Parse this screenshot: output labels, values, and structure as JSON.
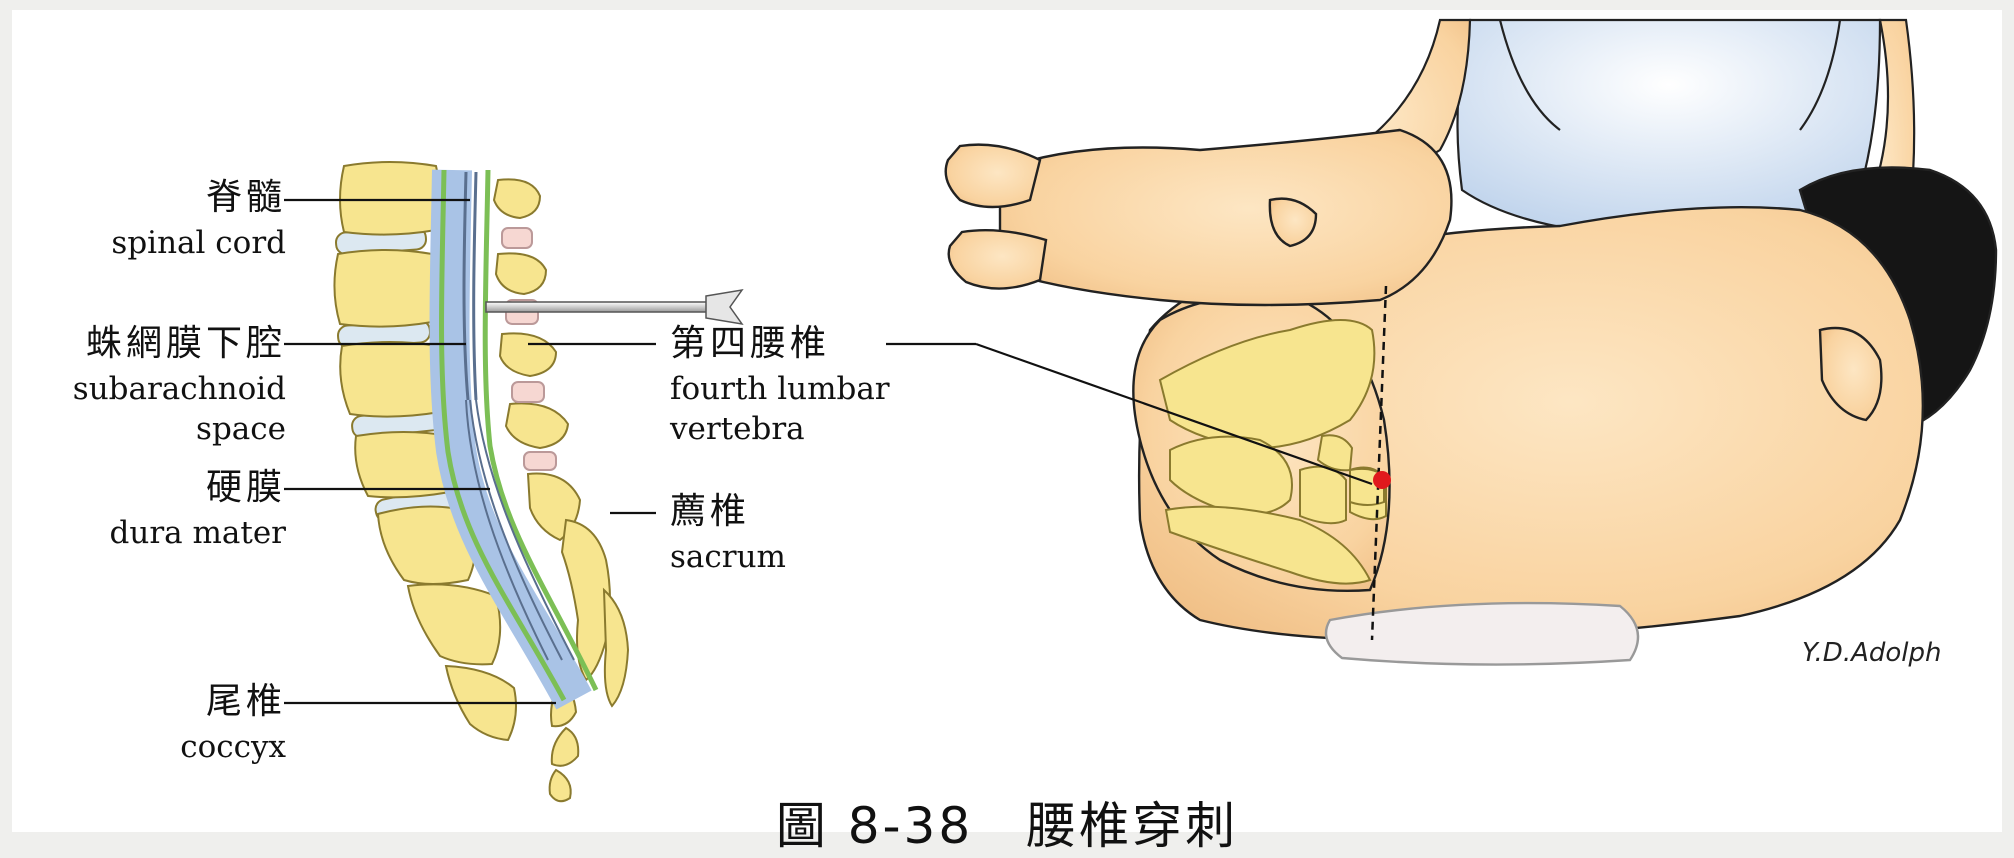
{
  "colors": {
    "bone": "#f7e58f",
    "bone_stroke": "#8a7a2e",
    "dura": "#7cbf55",
    "csf": "#a9c3e6",
    "skin": "#fbd9a8",
    "shirt": "#d7e4f4",
    "hair": "#151515",
    "puncture_dot": "#e0191d",
    "line": "#111111"
  },
  "labels": {
    "spinal_cord_zh": "脊髓",
    "spinal_cord_en": "spinal cord",
    "subarachnoid_zh": "蛛網膜下腔",
    "subarachnoid_en_1": "subarachnoid",
    "subarachnoid_en_2": "space",
    "dura_zh": "硬膜",
    "dura_en": "dura mater",
    "coccyx_zh": "尾椎",
    "coccyx_en": "coccyx",
    "l4_zh": "第四腰椎",
    "l4_en_1": "fourth lumbar",
    "l4_en_2": "vertebra",
    "sacrum_zh": "薦椎",
    "sacrum_en": "sacrum"
  },
  "signature": "Y.D.Adolph",
  "caption": "圖 8-38　腰椎穿刺"
}
